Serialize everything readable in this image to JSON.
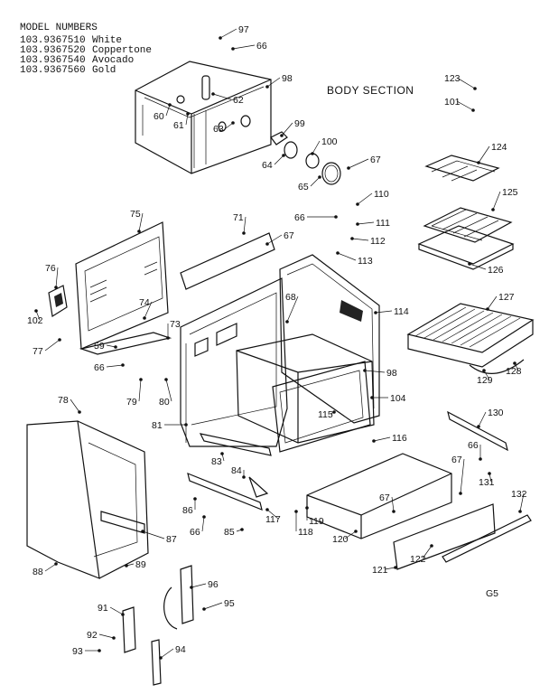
{
  "header": {
    "heading": "MODEL NUMBERS",
    "models": [
      {
        "number": "103.9367510",
        "color": "White"
      },
      {
        "number": "103.9367520",
        "color": "Coppertone"
      },
      {
        "number": "103.9367540",
        "color": "Avocado"
      },
      {
        "number": "103.9367560",
        "color": "Gold"
      }
    ]
  },
  "section_title": "BODY SECTION",
  "page_code": "G5",
  "callouts": [
    "97",
    "66",
    "98",
    "62",
    "60",
    "61",
    "63",
    "99",
    "100",
    "64",
    "65",
    "67",
    "123",
    "101",
    "124",
    "125",
    "126",
    "127",
    "128",
    "129",
    "75",
    "71",
    "67",
    "66",
    "110",
    "111",
    "112",
    "113",
    "76",
    "102",
    "74",
    "73",
    "59",
    "77",
    "66",
    "79",
    "80",
    "68",
    "114",
    "98",
    "104",
    "115",
    "116",
    "78",
    "81",
    "83",
    "84",
    "130",
    "66",
    "131",
    "67",
    "67",
    "132",
    "86",
    "66",
    "85",
    "117",
    "118",
    "119",
    "120",
    "121",
    "122",
    "87",
    "88",
    "89",
    "91",
    "96",
    "95",
    "92",
    "93",
    "94"
  ]
}
